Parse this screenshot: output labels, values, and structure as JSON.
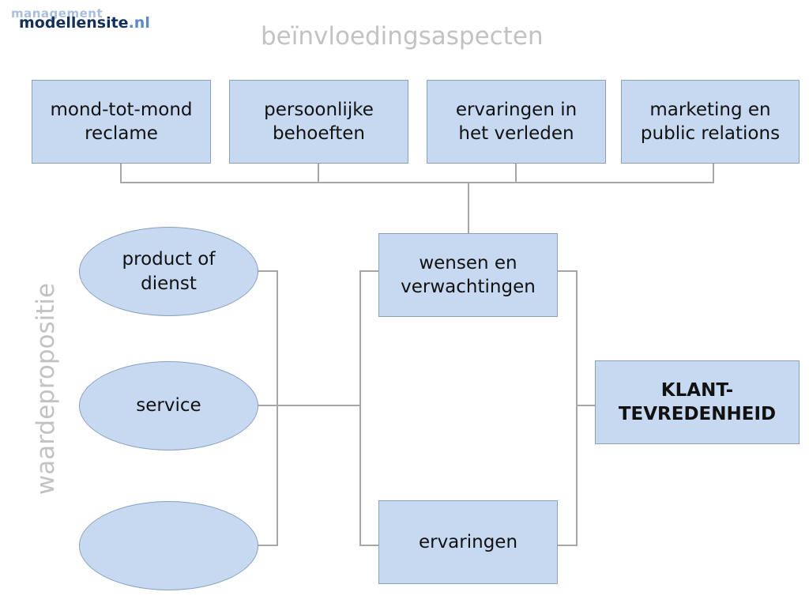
{
  "logo": {
    "small": "management",
    "main": "modellensite",
    "tld": ".nl"
  },
  "heading": "beïnvloedingsaspecten",
  "side_label": "waardepropositie",
  "top_boxes": [
    "mond-tot-mond\nreclame",
    "persoonlijke\nbehoeften",
    "ervaringen in\nhet verleden",
    "marketing en\npublic relations"
  ],
  "ellipses": [
    "product of\ndienst",
    "service",
    ""
  ],
  "center_boxes": {
    "expectations": "wensen en\nverwachtingen",
    "experiences": "ervaringen"
  },
  "result_box": "KLANT-\nTEVREDENHEID",
  "colors": {
    "box_fill": "#c6d9f1",
    "box_border": "#8aa0bd",
    "connector": "#a6a6a6",
    "heading": "#c2c2c2",
    "logo_dark": "#14305a",
    "logo_light": "#5b8ac4"
  }
}
